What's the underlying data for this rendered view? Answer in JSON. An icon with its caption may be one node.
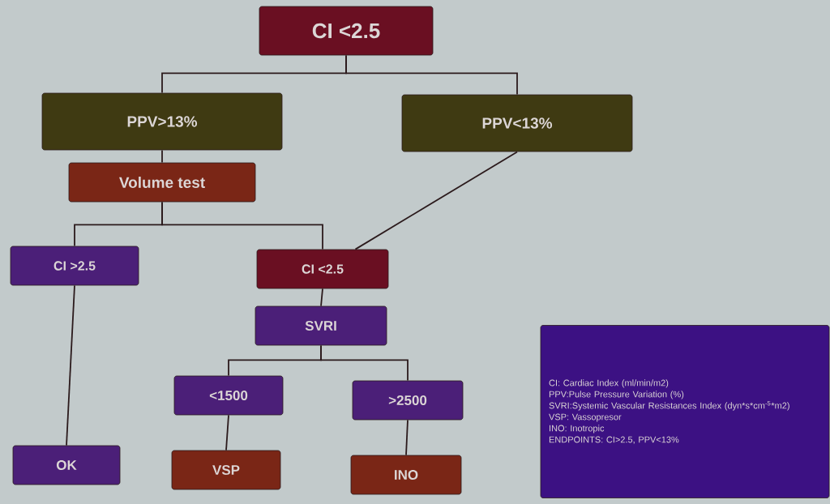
{
  "diagram": {
    "nodes": [
      {
        "text": [
          "CI <2.5"
        ]
      },
      {
        "text": [
          "PPV>13%"
        ]
      },
      {
        "text": [
          "PPV<13%"
        ]
      },
      {
        "text": [
          "Volume test"
        ]
      },
      {
        "text": [
          "CI >2.5"
        ]
      },
      {
        "text": [
          "CI <2.5"
        ]
      },
      {
        "text": [
          "SVRI"
        ]
      },
      {
        "text": [
          "<1500"
        ]
      },
      {
        "text": [
          ">2500"
        ]
      },
      {
        "text": [
          "OK"
        ]
      },
      {
        "text": [
          "VSP"
        ]
      },
      {
        "text": [
          "INO"
        ]
      },
      {
        "text": [
          "CI: Cardiac Index (ml/min/m2)",
          "PPV:Pulse Pressure  Variation (%)",
          "SVRI:Systemic Vascular Resistances Index (dyn*s*cm$^{-5}$*m2)",
          "VSP: Vassopresor",
          "INO: Inotropic",
          "ENDPOINTS: CI>2.5, PPV<13%"
        ]
      }
    ],
    "edges": [
      {
        "from": 0,
        "to": 1,
        "arrow": "none"
      },
      {
        "from": 0,
        "to": 2,
        "arrow": "none"
      },
      {
        "from": 1,
        "to": 3,
        "arrow": "none"
      },
      {
        "from": 3,
        "to": 4,
        "arrow": "none"
      },
      {
        "from": 3,
        "to": 5,
        "arrow": "none"
      },
      {
        "from": 2,
        "to": 5,
        "arrow": "none"
      },
      {
        "from": 5,
        "to": 6,
        "arrow": "none"
      },
      {
        "from": 6,
        "to": 7,
        "arrow": "none"
      },
      {
        "from": 6,
        "to": 8,
        "arrow": "none"
      },
      {
        "from": 4,
        "to": 9,
        "arrow": "none"
      },
      {
        "from": 7,
        "to": 10,
        "arrow": "none"
      },
      {
        "from": 8,
        "to": 11,
        "arrow": "none"
      }
    ]
  }
}
